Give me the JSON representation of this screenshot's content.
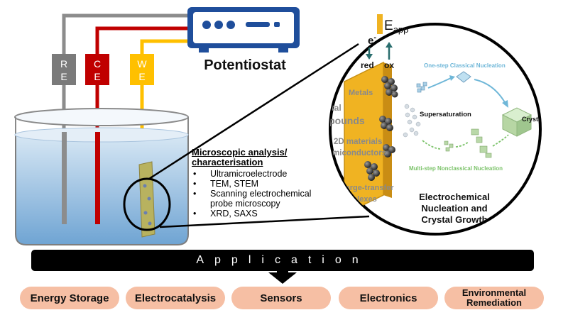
{
  "potentiostat": {
    "label": "Potentiostat"
  },
  "electrodes": {
    "re": {
      "letters": [
        "R",
        "E"
      ],
      "color": "#7a7a7a"
    },
    "ce": {
      "letters": [
        "C",
        "E"
      ],
      "color": "#c00000"
    },
    "we": {
      "letters": [
        "W",
        "E"
      ],
      "color": "#ffc000"
    }
  },
  "analysis": {
    "title_line1": "Microscopic analysis/",
    "title_line2": "characterisation",
    "items": [
      "Ultramicroelectrode",
      "TEM, STEM",
      "Scanning electrochemical probe microscopy",
      "XRD, SAXS"
    ]
  },
  "zoom": {
    "eapp": "E",
    "eapp_sub": "app",
    "electron": "e",
    "electron_sup": "-",
    "red": "red",
    "ox": "ox",
    "materials": [
      "Metals",
      "Metal",
      "Compounds",
      "2D materials",
      "Semiconductors",
      "Charge-transfer",
      "Complexes"
    ],
    "one_step": "One-step Classical Nucleation",
    "supersaturation": "Supersaturation",
    "crystal": "Crystal",
    "multi_step": "Multi-step Nonclassical Nucleation",
    "caption": [
      "Electrochemical",
      "Nucleation and",
      "Crystal Growth"
    ]
  },
  "application": {
    "label": "Application",
    "items": [
      "Energy Storage",
      "Electrocatalysis",
      "Sensors",
      "Electronics"
    ],
    "last": [
      "Environmental",
      "Remediation"
    ]
  },
  "colors": {
    "pill": "#f6bfa4",
    "potentiostat": "#1f4e9b",
    "electrode_gold": "#f0b322",
    "one_step": "#6fb7d8",
    "multi_step": "#7cc36a"
  }
}
